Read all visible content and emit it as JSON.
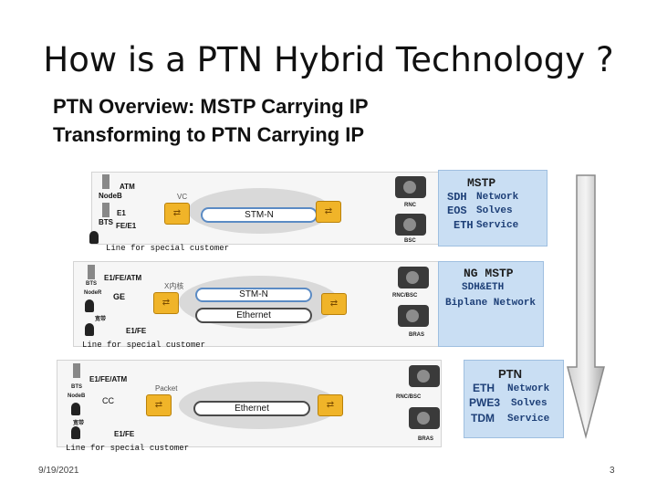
{
  "title": "How is a PTN Hybrid Technology ?",
  "subtitle_line1": "PTN Overview:  MSTP Carrying IP",
  "subtitle_line2": "Transforming to PTN Carrying IP",
  "colors": {
    "side_panel": "#c9def3",
    "side_text": "#1d3f77",
    "switch": "#f0b429",
    "pipe": "#5b8bc4",
    "arrow": "#8a8a8a"
  },
  "icons": [
    "tower-icon",
    "switch-icon",
    "server-icon",
    "person-icon",
    "down-arrow-icon"
  ],
  "panels": {
    "mstp": {
      "left_labels": {
        "tower_a": "ATM",
        "nodeb": "NodeB",
        "e1": "E1",
        "bts": "BTS",
        "fe": "FE/E1"
      },
      "vc": "VC",
      "pipe": "STM-N",
      "right_labels": {
        "rnc": "RNC",
        "bsc": "BSC"
      },
      "special": "Line for special customer",
      "side": {
        "title": "MSTP",
        "rows": [
          {
            "key": "SDH",
            "val": "Network"
          },
          {
            "key": "EOS",
            "val": "Solves"
          },
          {
            "key": "ETH",
            "val": "Service"
          }
        ]
      }
    },
    "ngmstp": {
      "left_labels": {
        "e1": "E1/FE/ATM",
        "bts": "BTS",
        "nodeb": "NodeR",
        "ge": "GE",
        "kuan": "宽带",
        "e1fe": "E1/FE"
      },
      "xnh": "X内核",
      "pipe1": "STM-N",
      "pipe2": "Ethernet",
      "right_labels": {
        "rnc": "RNC/BSC",
        "bras": "BRAS"
      },
      "special": "Line for special customer",
      "side": {
        "title": "NG MSTP",
        "line2": "SDH&ETH",
        "line3": "Biplane Network"
      }
    },
    "ptn": {
      "left_labels": {
        "e1": "E1/FE/ATM",
        "bts": "BTS",
        "nodeb": "NodeB",
        "cc": "CC",
        "kuan": "宽带",
        "e1fe": "E1/FE"
      },
      "packet": "Packet",
      "pipe": "Ethernet",
      "right_labels": {
        "rnc": "RNC/BSC",
        "bras": "BRAS"
      },
      "special": "Line for special customer",
      "side": {
        "title": "PTN",
        "rows": [
          {
            "key": "ETH",
            "val": "Network"
          },
          {
            "key": "PWE3",
            "val": "Solves"
          },
          {
            "key": "TDM",
            "val": "Service"
          }
        ]
      }
    }
  },
  "footer": {
    "date": "9/19/2021",
    "page": "3"
  }
}
